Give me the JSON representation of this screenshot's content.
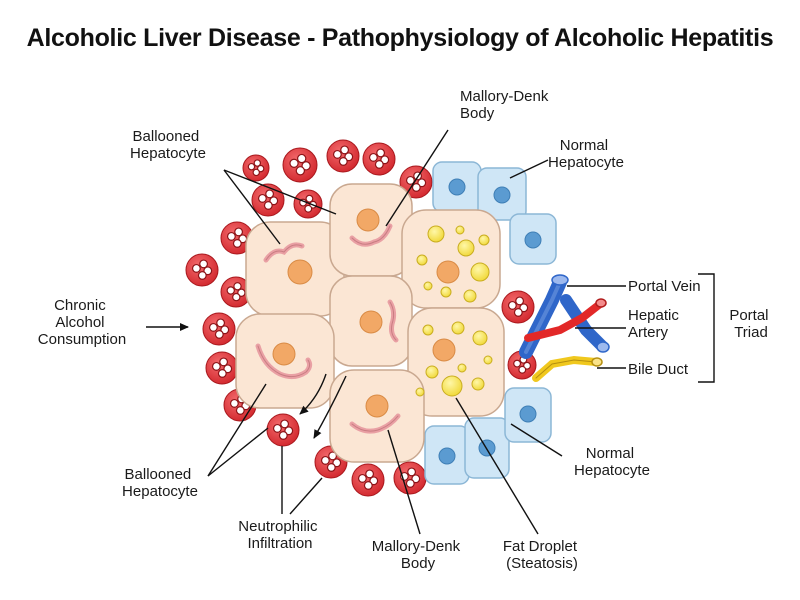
{
  "title": "Alcoholic Liver Disease - Pathophysiology of Alcoholic Hepatitis",
  "labels": {
    "ballooned_top": [
      "Ballooned",
      "Hepatocyte"
    ],
    "mallory_top": [
      "Mallory-Denk",
      "Body"
    ],
    "normal_top": [
      "Normal",
      "Hepatocyte"
    ],
    "chronic": [
      "Chronic",
      "Alcohol",
      "Consumption"
    ],
    "portal_vein": "Portal Vein",
    "hepatic_artery": [
      "Hepatic",
      "Artery"
    ],
    "bile_duct": "Bile Duct",
    "portal_triad": [
      "Portal",
      "Triad"
    ],
    "normal_bottom": [
      "Normal",
      "Hepatocyte"
    ],
    "ballooned_bottom": [
      "Ballooned",
      "Hepatocyte"
    ],
    "neutrophilic": [
      "Neutrophilic",
      "Infiltration"
    ],
    "mallory_bottom": [
      "Mallory-Denk",
      "Body"
    ],
    "fat_droplet": [
      "Fat Droplet",
      "(Steatosis)"
    ]
  },
  "colors": {
    "neutrophil_fill": "#e23a3f",
    "neutrophil_nucleus": "#8e1418",
    "hepatocyte_fill": "#fbe6d4",
    "hepatocyte_stroke": "#c9a890",
    "nucleus": "#f2a866",
    "mallory": "#e9a0a4",
    "fat_droplet": "#f7e85e",
    "normal_cell": "#cfe6f6",
    "normal_nucleus": "#5b9bd1",
    "portal_vein": "#2f66c9",
    "hepatic_artery": "#e22828",
    "bile_duct": "#f0c81e"
  }
}
